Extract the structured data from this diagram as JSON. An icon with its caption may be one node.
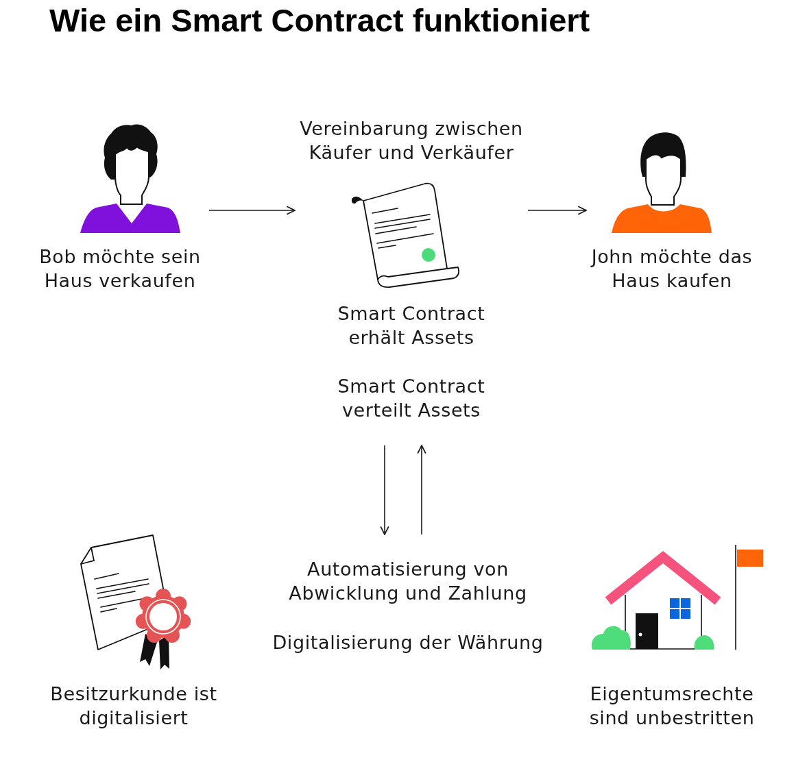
{
  "diagram": {
    "title": "Wie ein Smart Contract funktioniert",
    "nodes": [
      {
        "text": [
          "Bob möchte sein Haus verkaufen"
        ]
      },
      {
        "text": [
          "Vereinbarung zwischen Käufer und Verkäufer",
          "Smart Contract erhält Assets",
          "Smart Contract verteilt Assets"
        ]
      },
      {
        "text": [
          "John möchte das Haus kaufen"
        ]
      },
      {
        "text": [
          "Besitzurkunde ist digitalisiert"
        ]
      },
      {
        "text": [
          "Automatisierung von Abwicklung und Zahlung",
          "Digitalisierung der Währung"
        ]
      },
      {
        "text": [
          "Eigentumsrechte sind unbestritten"
        ]
      }
    ],
    "edges": [
      {
        "from": 0,
        "to": 1,
        "arrow": "to"
      },
      {
        "from": 1,
        "to": 2,
        "arrow": "to"
      },
      {
        "from": 1,
        "to": 4,
        "arrow": "to"
      },
      {
        "from": 4,
        "to": 1,
        "arrow": "to"
      }
    ]
  }
}
